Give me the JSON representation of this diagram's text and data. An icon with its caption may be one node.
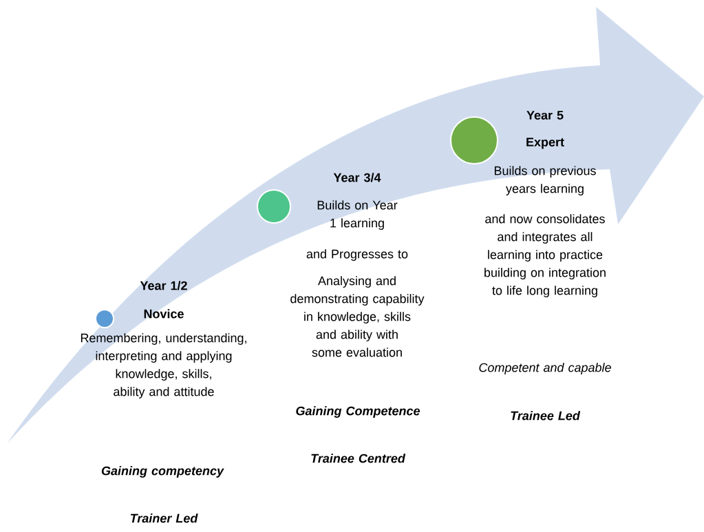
{
  "diagram": {
    "nodes": [
      {
        "text": [],
        "shape": "circle",
        "beside": [
          "Year 1/2",
          "Novice",
          "Remembering, understanding, interpreting  and applying knowledge, skills, ability and attitude",
          "Gaining competency",
          "Trainer Led"
        ]
      },
      {
        "text": [],
        "shape": "circle",
        "beside": [
          "Year 3/4",
          "Builds on Year 1 learning",
          "and Progresses to",
          "Analysing and demonstrating capability in knowledge, skills and ability with some evaluation",
          "Gaining Competence",
          "Trainee Centred"
        ]
      },
      {
        "text": [],
        "shape": "circle",
        "beside": [
          "Year 5",
          "Expert",
          "Builds on previous years learning",
          "and now consolidates and integrates all learning into practice building on integration to life long learning",
          "Competent and capable",
          "Trainee Led"
        ]
      }
    ]
  }
}
